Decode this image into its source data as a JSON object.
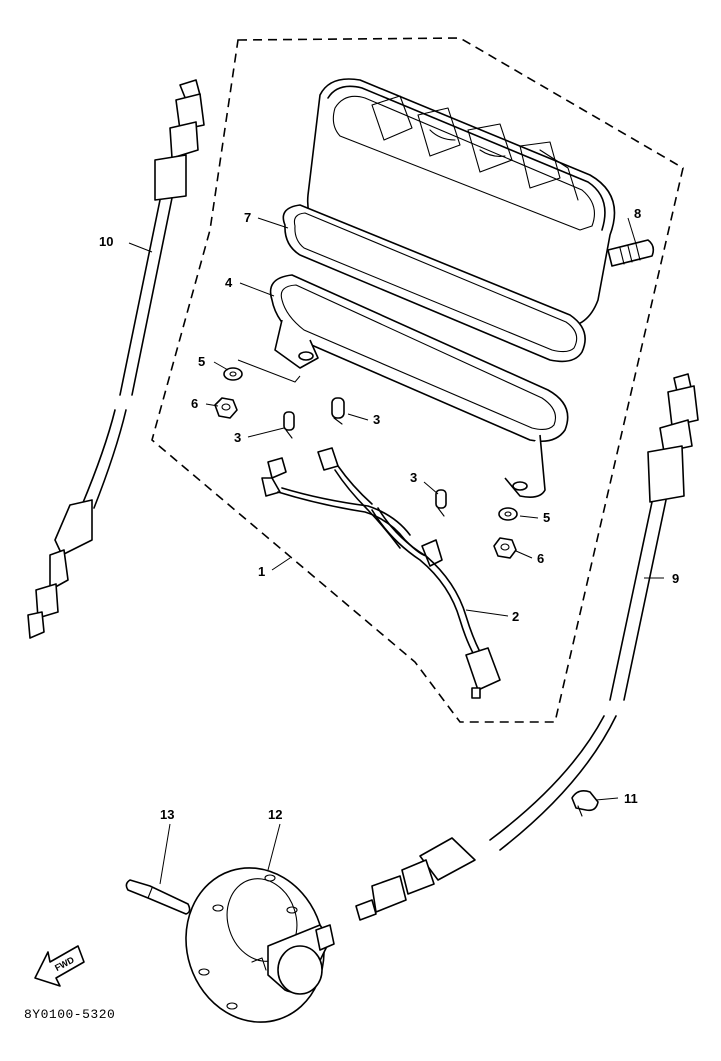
{
  "diagram": {
    "code": "8Y0100-5320",
    "fwd_label": "FWD",
    "callouts": [
      {
        "id": "c1",
        "label": "1"
      },
      {
        "id": "c2",
        "label": "2"
      },
      {
        "id": "c3a",
        "label": "3"
      },
      {
        "id": "c3b",
        "label": "3"
      },
      {
        "id": "c3c",
        "label": "3"
      },
      {
        "id": "c4",
        "label": "4"
      },
      {
        "id": "c5a",
        "label": "5"
      },
      {
        "id": "c5b",
        "label": "5"
      },
      {
        "id": "c6a",
        "label": "6"
      },
      {
        "id": "c6b",
        "label": "6"
      },
      {
        "id": "c7",
        "label": "7"
      },
      {
        "id": "c8",
        "label": "8"
      },
      {
        "id": "c9",
        "label": "9"
      },
      {
        "id": "c10",
        "label": "10"
      },
      {
        "id": "c11",
        "label": "11"
      },
      {
        "id": "c12",
        "label": "12"
      },
      {
        "id": "c13",
        "label": "13"
      }
    ]
  }
}
